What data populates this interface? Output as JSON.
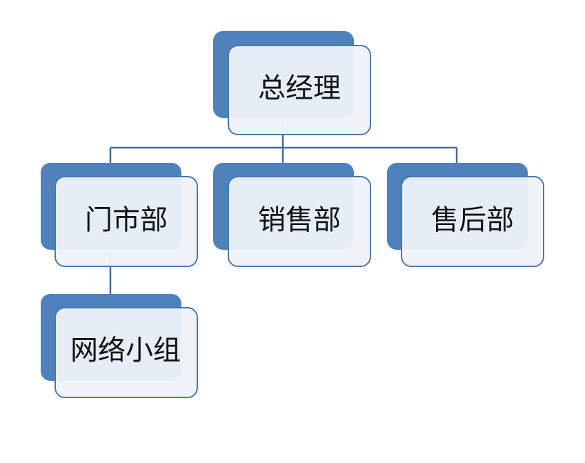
{
  "org_chart": {
    "root": {
      "id": "gm",
      "label": "总经理"
    },
    "departments": [
      {
        "id": "store",
        "label": "门市部"
      },
      {
        "id": "sales",
        "label": "销售部"
      },
      {
        "id": "after-sales",
        "label": "售后部"
      }
    ],
    "sub_units": [
      {
        "id": "network",
        "parent": "store",
        "label": "网络小组"
      }
    ],
    "colors": {
      "back_fill": "#4f81bd",
      "front_fill": "#eef2f8",
      "front_stroke": "#4a78a8",
      "connector": "#3f6a9a",
      "text": "#111111"
    }
  }
}
